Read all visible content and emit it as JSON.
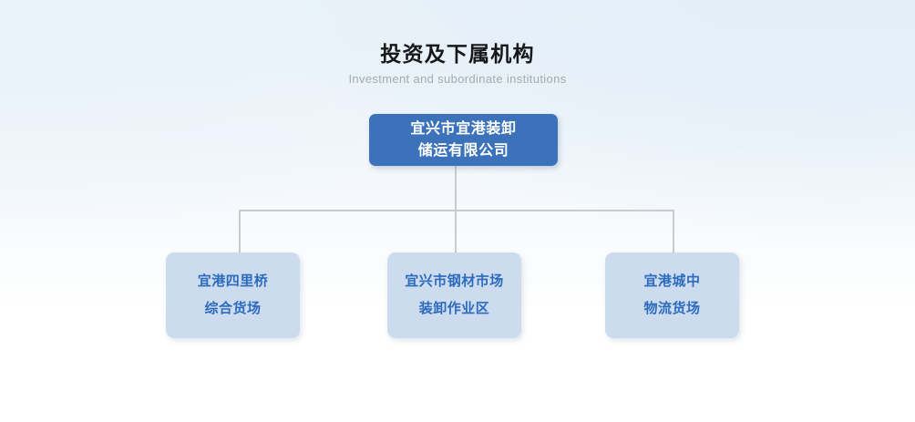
{
  "heading": {
    "title": "投资及下属机构",
    "subtitle": "Investment and subordinate institutions"
  },
  "colors": {
    "root_fill": "#3b72b9",
    "root_text": "#ffffff",
    "child_fill": "#ccdcee",
    "child_text": "#2d6bbd",
    "connector": "#c9cbcd",
    "title_text": "#16181c",
    "subtitle_text": "#a6a9ad",
    "background_top": "#e9f1f8",
    "background_bottom": "#ffffff"
  },
  "chart": {
    "root": {
      "line1": "宜兴市宜港装卸",
      "line2": "储运有限公司"
    },
    "children": [
      {
        "line1": "宜港四里桥",
        "line2": "综合货场"
      },
      {
        "line1": "宜兴市钢材市场",
        "line2": "装卸作业区"
      },
      {
        "line1": "宜港城中",
        "line2": "物流货场"
      }
    ]
  }
}
